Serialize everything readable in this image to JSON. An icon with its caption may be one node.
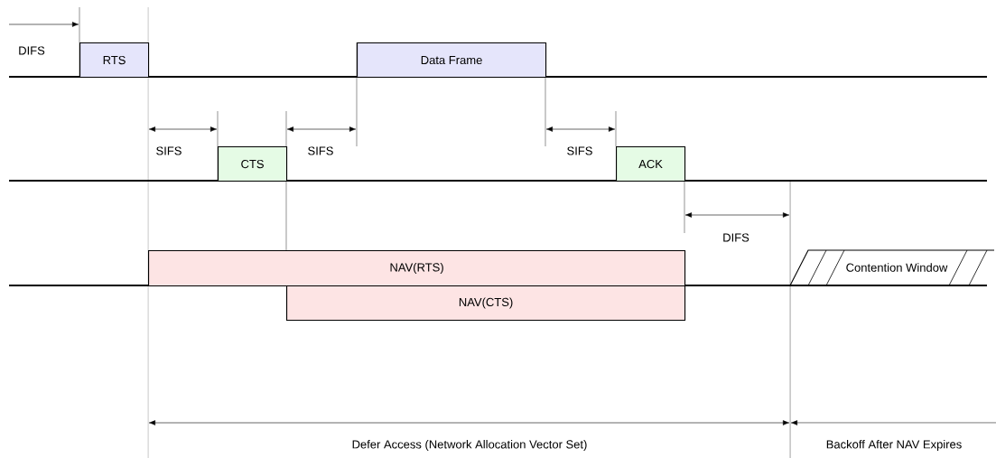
{
  "diagram": {
    "nodes": [
      {
        "text": [
          "RTS"
        ]
      },
      {
        "text": [
          "Data Frame"
        ]
      },
      {
        "text": [
          "CTS"
        ]
      },
      {
        "text": [
          "ACK"
        ]
      },
      {
        "text": [
          "NAV(RTS)"
        ]
      },
      {
        "text": [
          "Contention Window"
        ]
      },
      {
        "text": [
          "NAV(CTS)"
        ]
      }
    ],
    "labels": [
      "DIFS",
      "SIFS",
      "SIFS",
      "SIFS",
      "DIFS",
      "Defer Access (Network Allocation Vector Set)",
      "Backoff After NAV Expires"
    ]
  }
}
